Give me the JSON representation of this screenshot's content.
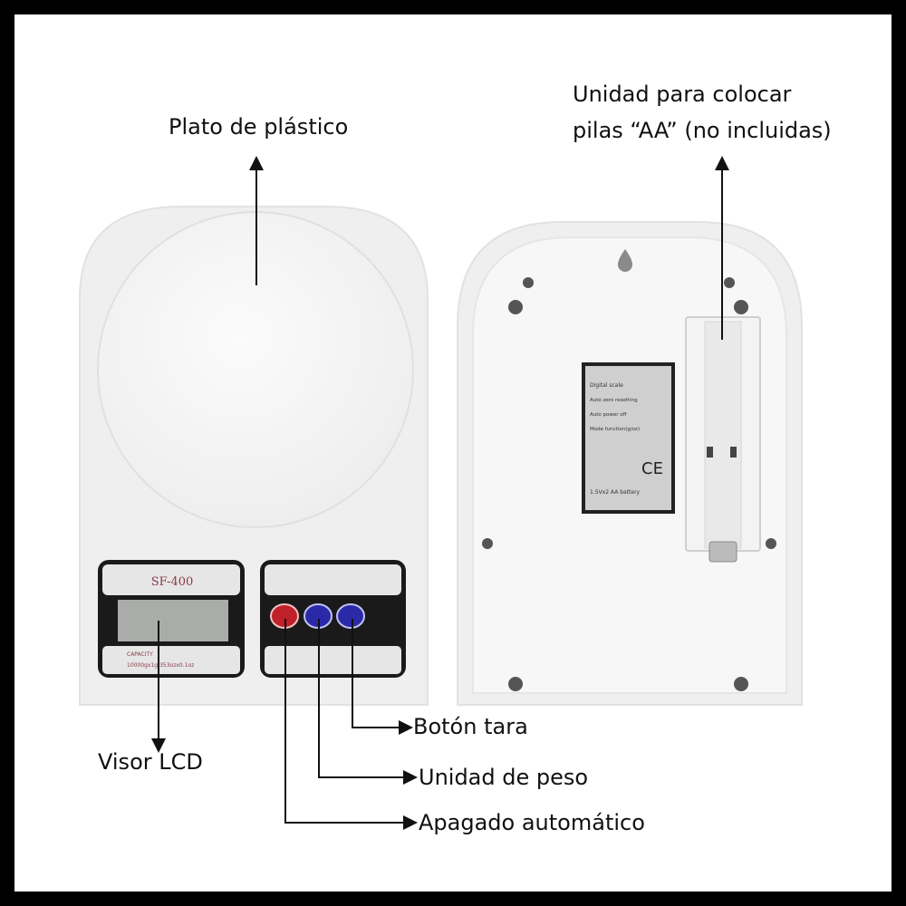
{
  "labels": {
    "plate": "Plato de plástico",
    "battery_line1": "Unidad para colocar",
    "battery_line2": "pilas “AA” (no incluidas)",
    "lcd": "Visor LCD",
    "tare": "Botón tara",
    "unit": "Unidad de peso",
    "auto_off": "Apagado automático"
  },
  "scale_front": {
    "model": "SF-400",
    "capacity_label": "CAPACITY",
    "capacity_value": "10000gx1g/353ozx0.1oz"
  },
  "scale_back": {
    "sticker_title": "Digital scale",
    "features": [
      "Auto zero resetting",
      "Auto power off",
      "Mode function(g/oz)"
    ],
    "ce_mark": "CE",
    "battery": "1.5Vx2 AA battery"
  },
  "colors": {
    "power_button": "#c0202a",
    "mode_button": "#2a2aa8",
    "panel_black": "#1a1a1a"
  }
}
